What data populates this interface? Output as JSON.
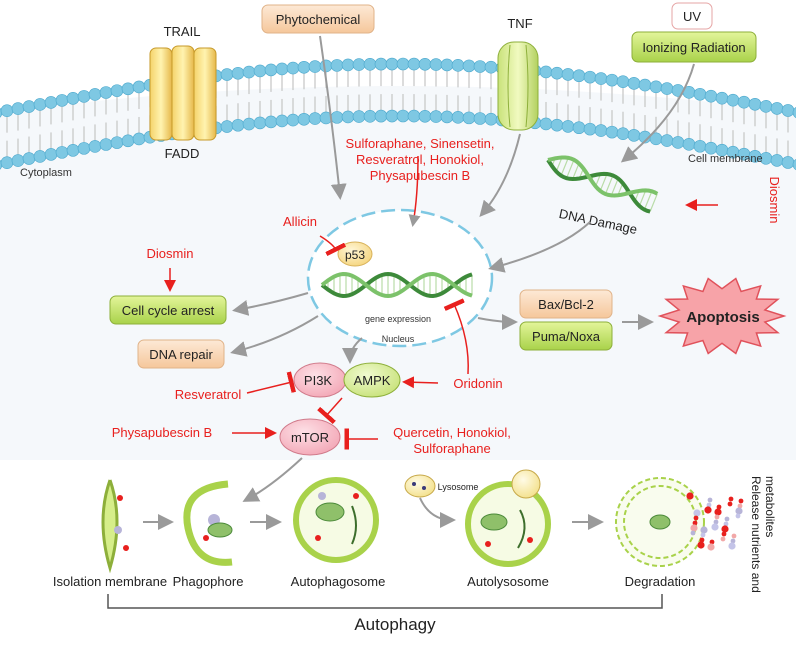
{
  "labels": {
    "trail": "TRAIL",
    "fadd": "FADD",
    "phytochemical": "Phytochemical",
    "tnf": "TNF",
    "uv": "UV",
    "ionizing": "Ionizing Radiation",
    "cytoplasm": "Cytoplasm",
    "cell_membrane": "Cell membrane",
    "dna_damage": "DNA Damage",
    "p53": "p53",
    "gene_expression": "gene expression",
    "nucleus": "Nucleus",
    "cell_cycle": "Cell cycle arrest",
    "dna_repair": "DNA repair",
    "bax": "Bax/Bcl-2",
    "puma": "Puma/Noxa",
    "apoptosis": "Apoptosis",
    "pi3k": "PI3K",
    "ampk": "AMPK",
    "mtor": "mTOR",
    "lysosome": "Lysosome",
    "release_line1": "Release nutrients and",
    "release_line2": "metabolites",
    "isolation": "Isolation membrane",
    "phagophore": "Phagophore",
    "autophagosome": "Autophagosome",
    "autolysosome": "Autolysosome",
    "degradation": "Degradation",
    "autophagy": "Autophagy"
  },
  "compounds": {
    "sulf_line1": "Sulforaphane, Sinensetin,",
    "sulf_line2": "Resveratrol, Honokiol,",
    "sulf_line3": "Physapubescin B",
    "allicin": "Allicin",
    "diosmin_left": "Diosmin",
    "diosmin_right": "Diosmin",
    "resveratrol": "Resveratrol",
    "oridonin": "Oridonin",
    "physapubescin": "Physapubescin B",
    "quercetin_line1": "Quercetin, Honokiol,",
    "quercetin_line2": "Sulforaphane"
  },
  "colors": {
    "inhibitor": "#e8201e",
    "arrow": "#9a9a9a",
    "membrane": "#7ec8e3",
    "dna": "#5aa84e",
    "green_box": "#c8e66a",
    "orange_box": "#f9d9b8",
    "apoptosis": "#f2545b"
  }
}
